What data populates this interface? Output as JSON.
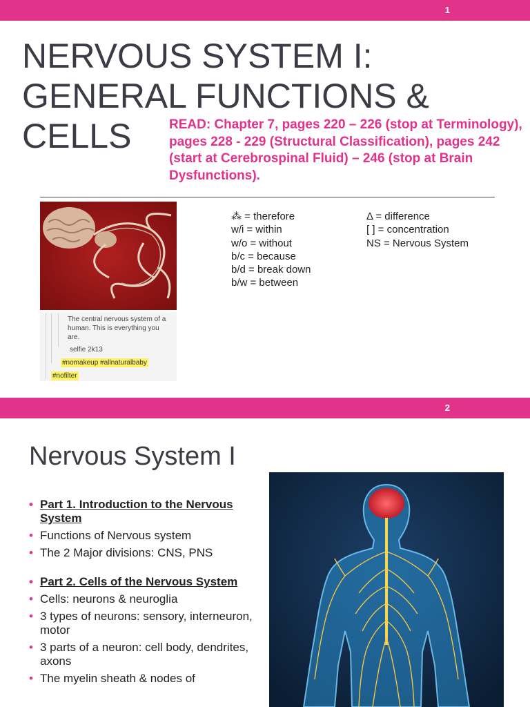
{
  "slide1": {
    "number": "1",
    "title": "NERVOUS SYSTEM I:\nGENERAL FUNCTIONS &\nCELLS",
    "read_note": "READ: Chapter 7, pages 220 – 226 (stop at Terminology), pages 228 - 229 (Structural Classification), pages 242 (start at Cerebrospinal Fluid) – 246 (stop at Brain Dysfunctions).",
    "caption": {
      "text": "The central nervous system of a human. This is everything you are.",
      "selfie": "selfie 2k13",
      "tag1": "#nomakeup #allnaturalbaby",
      "tag2": "#nofilter"
    },
    "abbreviations_left": [
      "⁂ = therefore",
      "w/i = within",
      "w/o = without",
      "b/c = because",
      "b/d = break down",
      "b/w = between"
    ],
    "abbreviations_right": [
      "Δ = difference",
      "[ ] = concentration",
      "NS = Nervous System"
    ]
  },
  "slide2": {
    "number": "2",
    "title": "Nervous System I",
    "outline": [
      {
        "text": "Part 1. Introduction to the Nervous System",
        "heading": true
      },
      {
        "text": "Functions of Nervous system",
        "heading": false
      },
      {
        "text": "The 2 Major divisions: CNS, PNS",
        "heading": false
      },
      {
        "text": "Part 2. Cells of the Nervous System",
        "heading": true
      },
      {
        "text": "Cells: neurons & neuroglia",
        "heading": false
      },
      {
        "text": "3 types of neurons: sensory, interneuron, motor",
        "heading": false
      },
      {
        "text": "3 parts of a neuron: cell body, dendrites, axons",
        "heading": false
      },
      {
        "text": "The myelin sheath & nodes of",
        "heading": false
      }
    ]
  },
  "colors": {
    "accent": "#e2338a",
    "title": "#3b3b46",
    "highlight": "#fdf266"
  }
}
